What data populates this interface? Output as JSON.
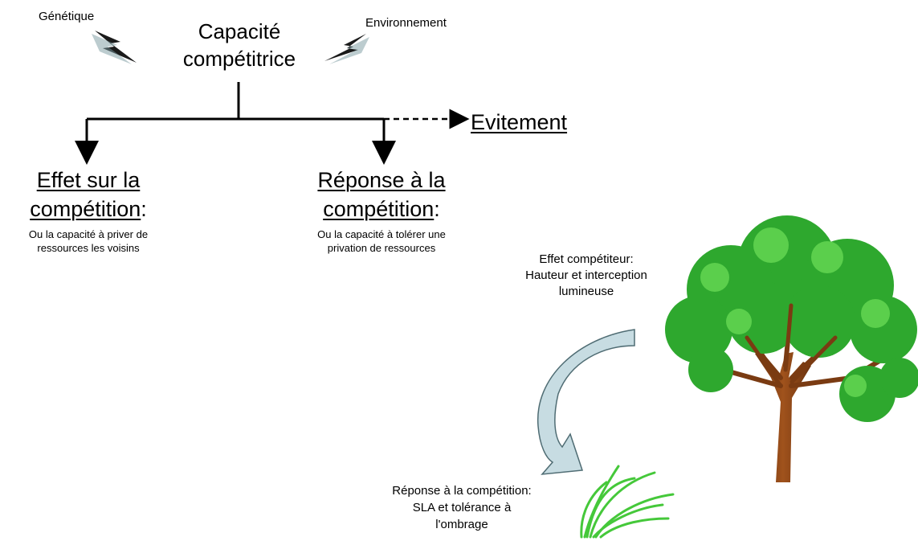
{
  "top": {
    "genetics_label": "Génétique",
    "environment_label": "Environnement",
    "title_line1": "Capacité",
    "title_line2": "compétitrice"
  },
  "avoidance_label": "Evitement",
  "effect": {
    "heading_line1": "Effet sur la",
    "heading_line2": "compétition",
    "colon": ":",
    "desc_line1": "Ou la capacité à priver de",
    "desc_line2": "ressources les voisins"
  },
  "response": {
    "heading_line1": "Réponse à la",
    "heading_line2": "compétition",
    "colon": ":",
    "desc_line1": "Ou la capacité à tolérer une",
    "desc_line2": "privation de ressources"
  },
  "tree_note": {
    "line1": "Effet compétiteur:",
    "line2": "Hauteur et interception",
    "line3": "lumineuse"
  },
  "grass_note": {
    "line1": "Réponse à la compétition:",
    "line2": "SLA et tolérance à",
    "line3": "l'ombrage"
  },
  "colors": {
    "lightning": "#1a1a1a",
    "curved_arrow_fill": "#c7dce2",
    "curved_arrow_stroke": "#4f6c73",
    "foliage": "#2ea82e",
    "foliage_light": "#6fe05a",
    "trunk": "#8b4513",
    "grass": "#45c83a"
  }
}
